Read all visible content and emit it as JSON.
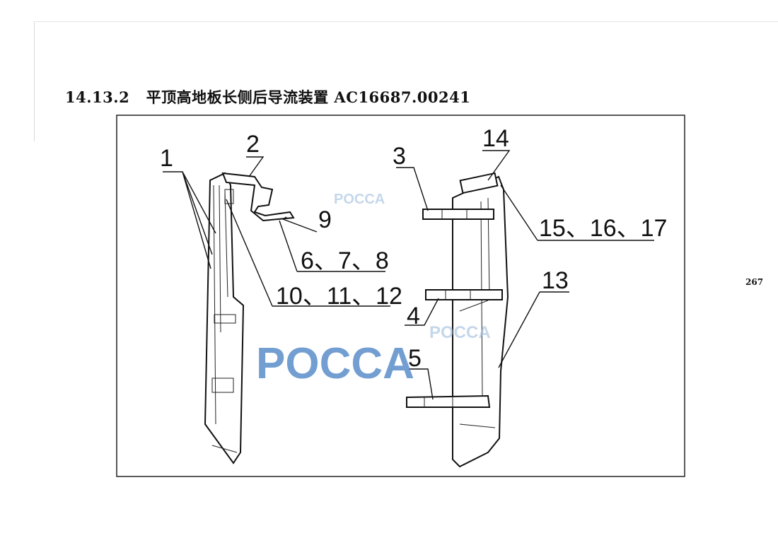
{
  "heading": {
    "number": "14.13.2",
    "title": "平顶高地板长侧后导流装置 AC16687.00241"
  },
  "page_number": "267",
  "callouts": {
    "c1": "1",
    "c2": "2",
    "c3": "3",
    "c4": "4",
    "c5": "5",
    "c678": "6、7、8",
    "c9": "9",
    "c101112": "10、11、12",
    "c13": "13",
    "c14": "14",
    "c151617": "15、16、17"
  },
  "watermark": "POCCA"
}
